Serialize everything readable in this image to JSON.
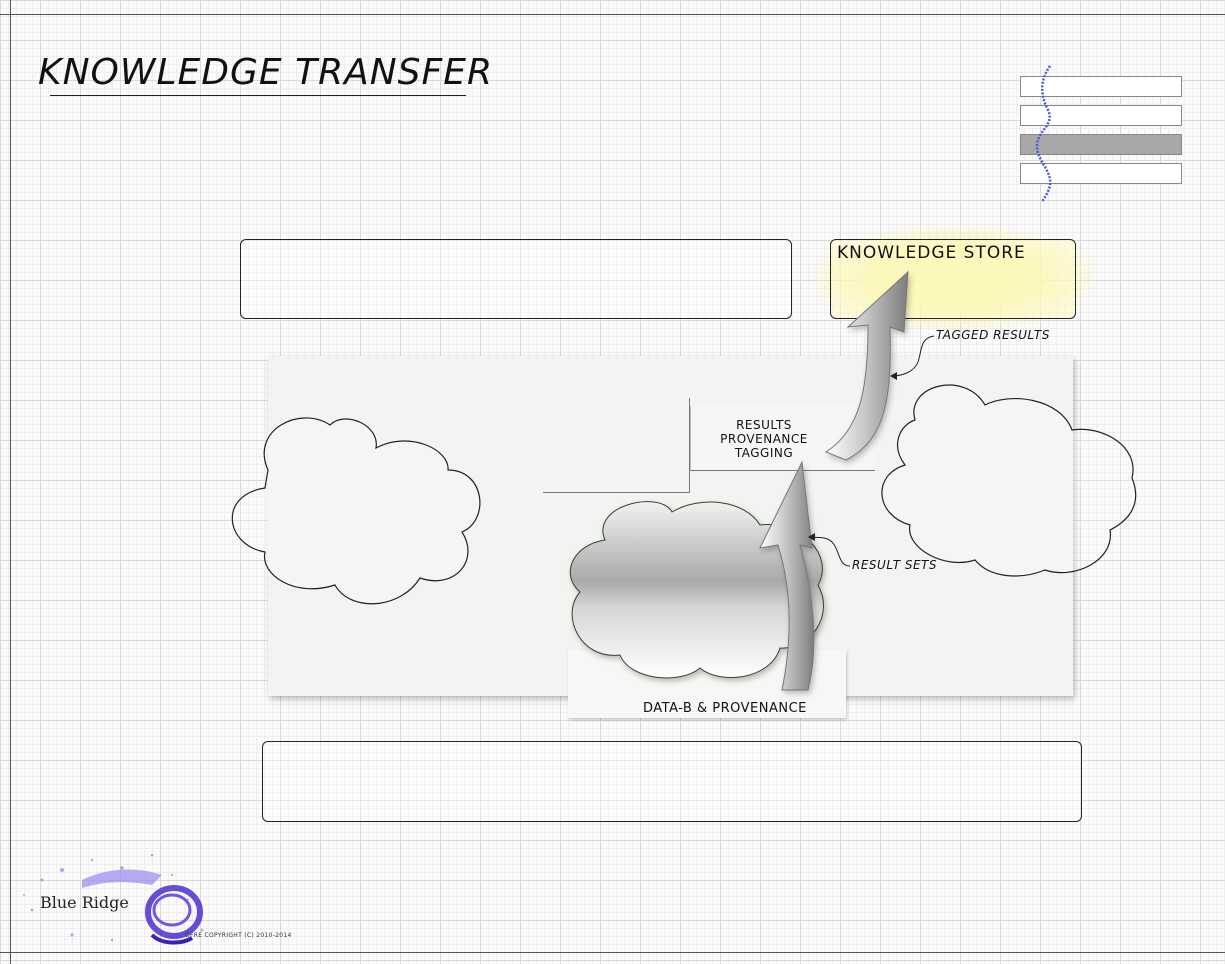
{
  "title": "KNOWLEDGE TRANSFER",
  "knowledge_store": {
    "label": "KNOWLEDGE STORE"
  },
  "process": {
    "lines": [
      "RESULTS",
      "PROVENANCE",
      "TAGGING"
    ]
  },
  "source": {
    "label": "DATA-B & PROVENANCE"
  },
  "annotations": {
    "tagged_results": "TAGGED RESULTS",
    "result_sets": "RESULT SETS"
  },
  "legend": {
    "bars": [
      {
        "filled": false
      },
      {
        "filled": false
      },
      {
        "filled": true
      },
      {
        "filled": false
      }
    ]
  },
  "logo": {
    "text": "Blue Ridge"
  },
  "footer": {
    "copyright": "OFRE COPYRIGHT (C) 2010-2014"
  },
  "colors": {
    "highlight": "#f7f2a0",
    "logo_accent": "#5b3fd8",
    "legend_fill": "#a8a8a8"
  }
}
